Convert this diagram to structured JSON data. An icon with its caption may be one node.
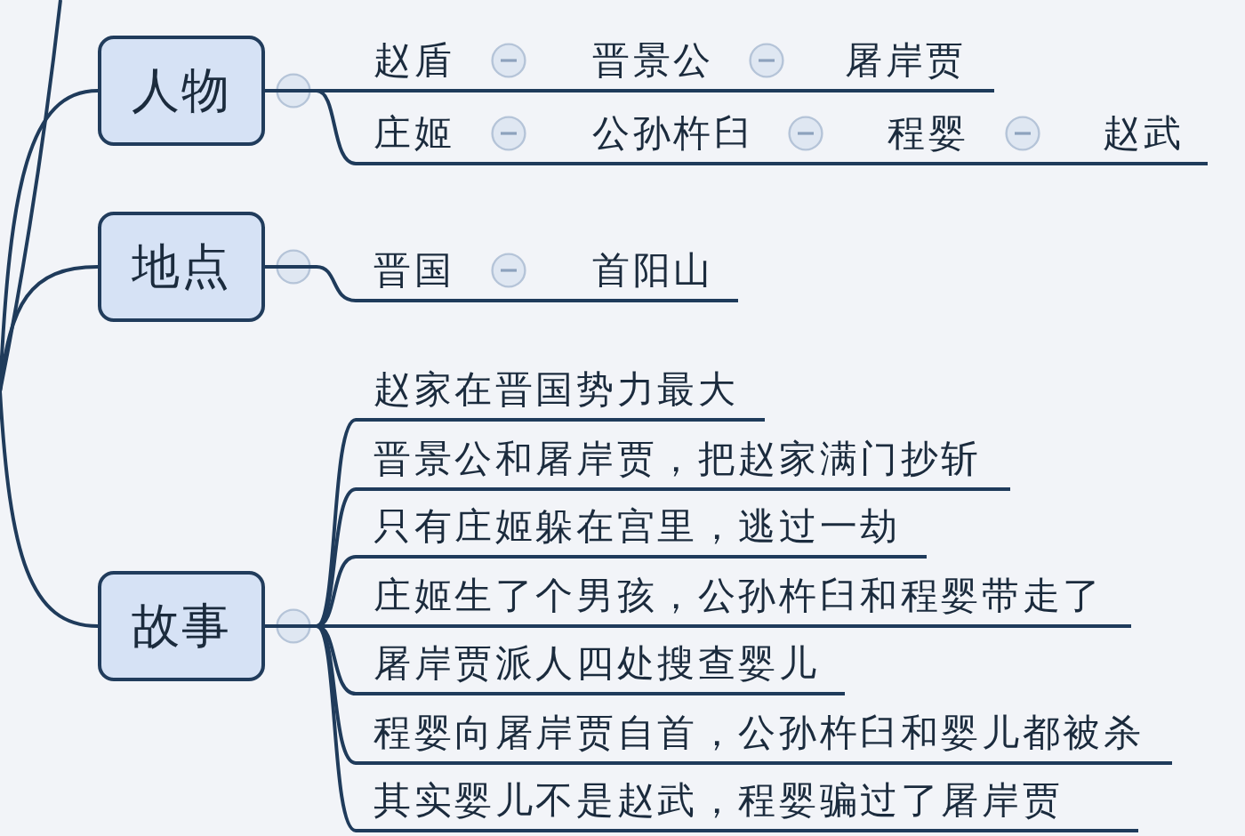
{
  "diagram": {
    "nodes": [
      {
        "text": [
          "人物"
        ]
      },
      {
        "text": [
          "赵盾"
        ]
      },
      {
        "text": [
          "晋景公"
        ]
      },
      {
        "text": [
          "屠岸贾"
        ]
      },
      {
        "text": [
          "庄姬"
        ]
      },
      {
        "text": [
          "公孙杵臼"
        ]
      },
      {
        "text": [
          "程婴"
        ]
      },
      {
        "text": [
          "赵武"
        ]
      },
      {
        "text": [
          "地点"
        ]
      },
      {
        "text": [
          "晋国"
        ]
      },
      {
        "text": [
          "首阳山"
        ]
      },
      {
        "text": [
          "故事"
        ]
      },
      {
        "text": [
          "赵家在晋国势力最大"
        ]
      },
      {
        "text": [
          "晋景公和屠岸贾，把赵家满门抄斩"
        ]
      },
      {
        "text": [
          "只有庄姬躲在宫里，逃过一劫"
        ]
      },
      {
        "text": [
          "庄姬生了个男孩，公孙杵臼和程婴带走了"
        ]
      },
      {
        "text": [
          "屠岸贾派人四处搜查婴儿"
        ]
      },
      {
        "text": [
          "程婴向屠岸贾自首，公孙杵臼和婴儿都被杀"
        ]
      },
      {
        "text": [
          "其实婴儿不是赵武，程婴骗过了屠岸贾"
        ]
      }
    ],
    "edges": [
      {
        "from": null,
        "to": 0,
        "arrow": "none"
      },
      {
        "from": null,
        "to": 8,
        "arrow": "none"
      },
      {
        "from": null,
        "to": 11,
        "arrow": "none"
      },
      {
        "from": 0,
        "to": 1,
        "arrow": "none"
      },
      {
        "from": 1,
        "to": 2,
        "arrow": "none"
      },
      {
        "from": 2,
        "to": 3,
        "arrow": "none"
      },
      {
        "from": 0,
        "to": 4,
        "arrow": "none"
      },
      {
        "from": 4,
        "to": 5,
        "arrow": "none"
      },
      {
        "from": 5,
        "to": 6,
        "arrow": "none"
      },
      {
        "from": 6,
        "to": 7,
        "arrow": "none"
      },
      {
        "from": 8,
        "to": 9,
        "arrow": "none"
      },
      {
        "from": 9,
        "to": 10,
        "arrow": "none"
      },
      {
        "from": 11,
        "to": 12,
        "arrow": "none"
      },
      {
        "from": 11,
        "to": 13,
        "arrow": "none"
      },
      {
        "from": 11,
        "to": 14,
        "arrow": "none"
      },
      {
        "from": 11,
        "to": 15,
        "arrow": "none"
      },
      {
        "from": 11,
        "to": 16,
        "arrow": "none"
      },
      {
        "from": 11,
        "to": 17,
        "arrow": "none"
      },
      {
        "from": 11,
        "to": 18,
        "arrow": "none"
      }
    ]
  }
}
